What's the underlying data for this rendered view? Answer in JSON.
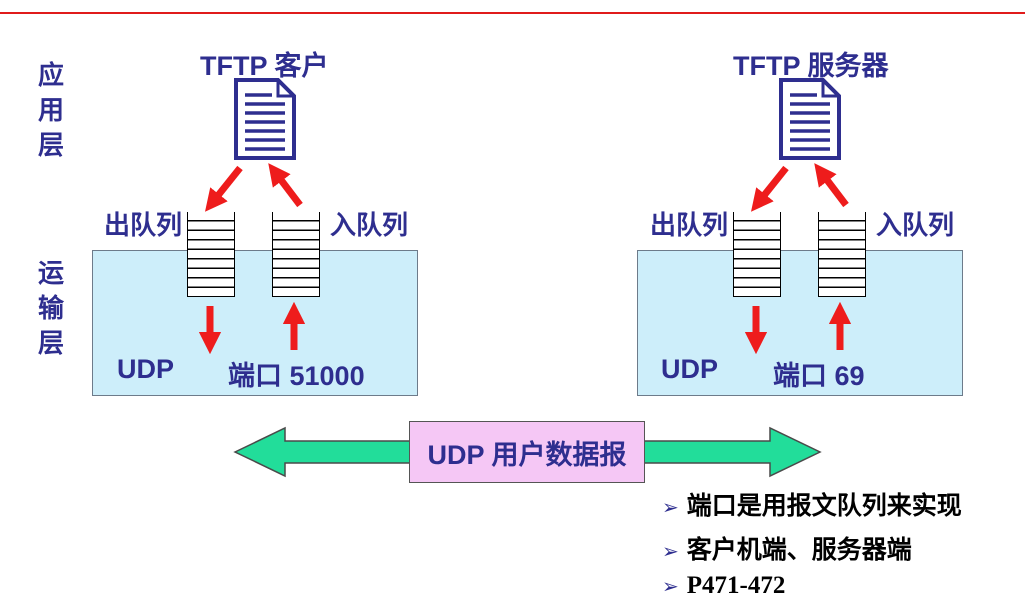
{
  "layers": {
    "application": [
      "应",
      "用",
      "层"
    ],
    "transport": [
      "运",
      "输",
      "层"
    ]
  },
  "client": {
    "title": "TFTP 客户",
    "out_queue": "出队列",
    "in_queue": "入队列",
    "udp": "UDP",
    "port": "端口 51000"
  },
  "server": {
    "title": "TFTP 服务器",
    "out_queue": "出队列",
    "in_queue": "入队列",
    "udp": "UDP",
    "port": "端口 69"
  },
  "datagram": "UDP 用户数据报",
  "bullets": [
    "端口是用报文队列来实现",
    "客户机端、服务器端",
    "P471-472"
  ],
  "colors": {
    "label": "#2e2e8f",
    "arrow_red": "#ee1c1c",
    "box_fill": "#cdeefa",
    "datagram_fill": "#f5c7f5",
    "big_arrow": "#22dd9a",
    "top_rule": "#e01b1b"
  },
  "icons": {
    "application": "document-icon",
    "bullet": "triangle-bullet-icon"
  }
}
